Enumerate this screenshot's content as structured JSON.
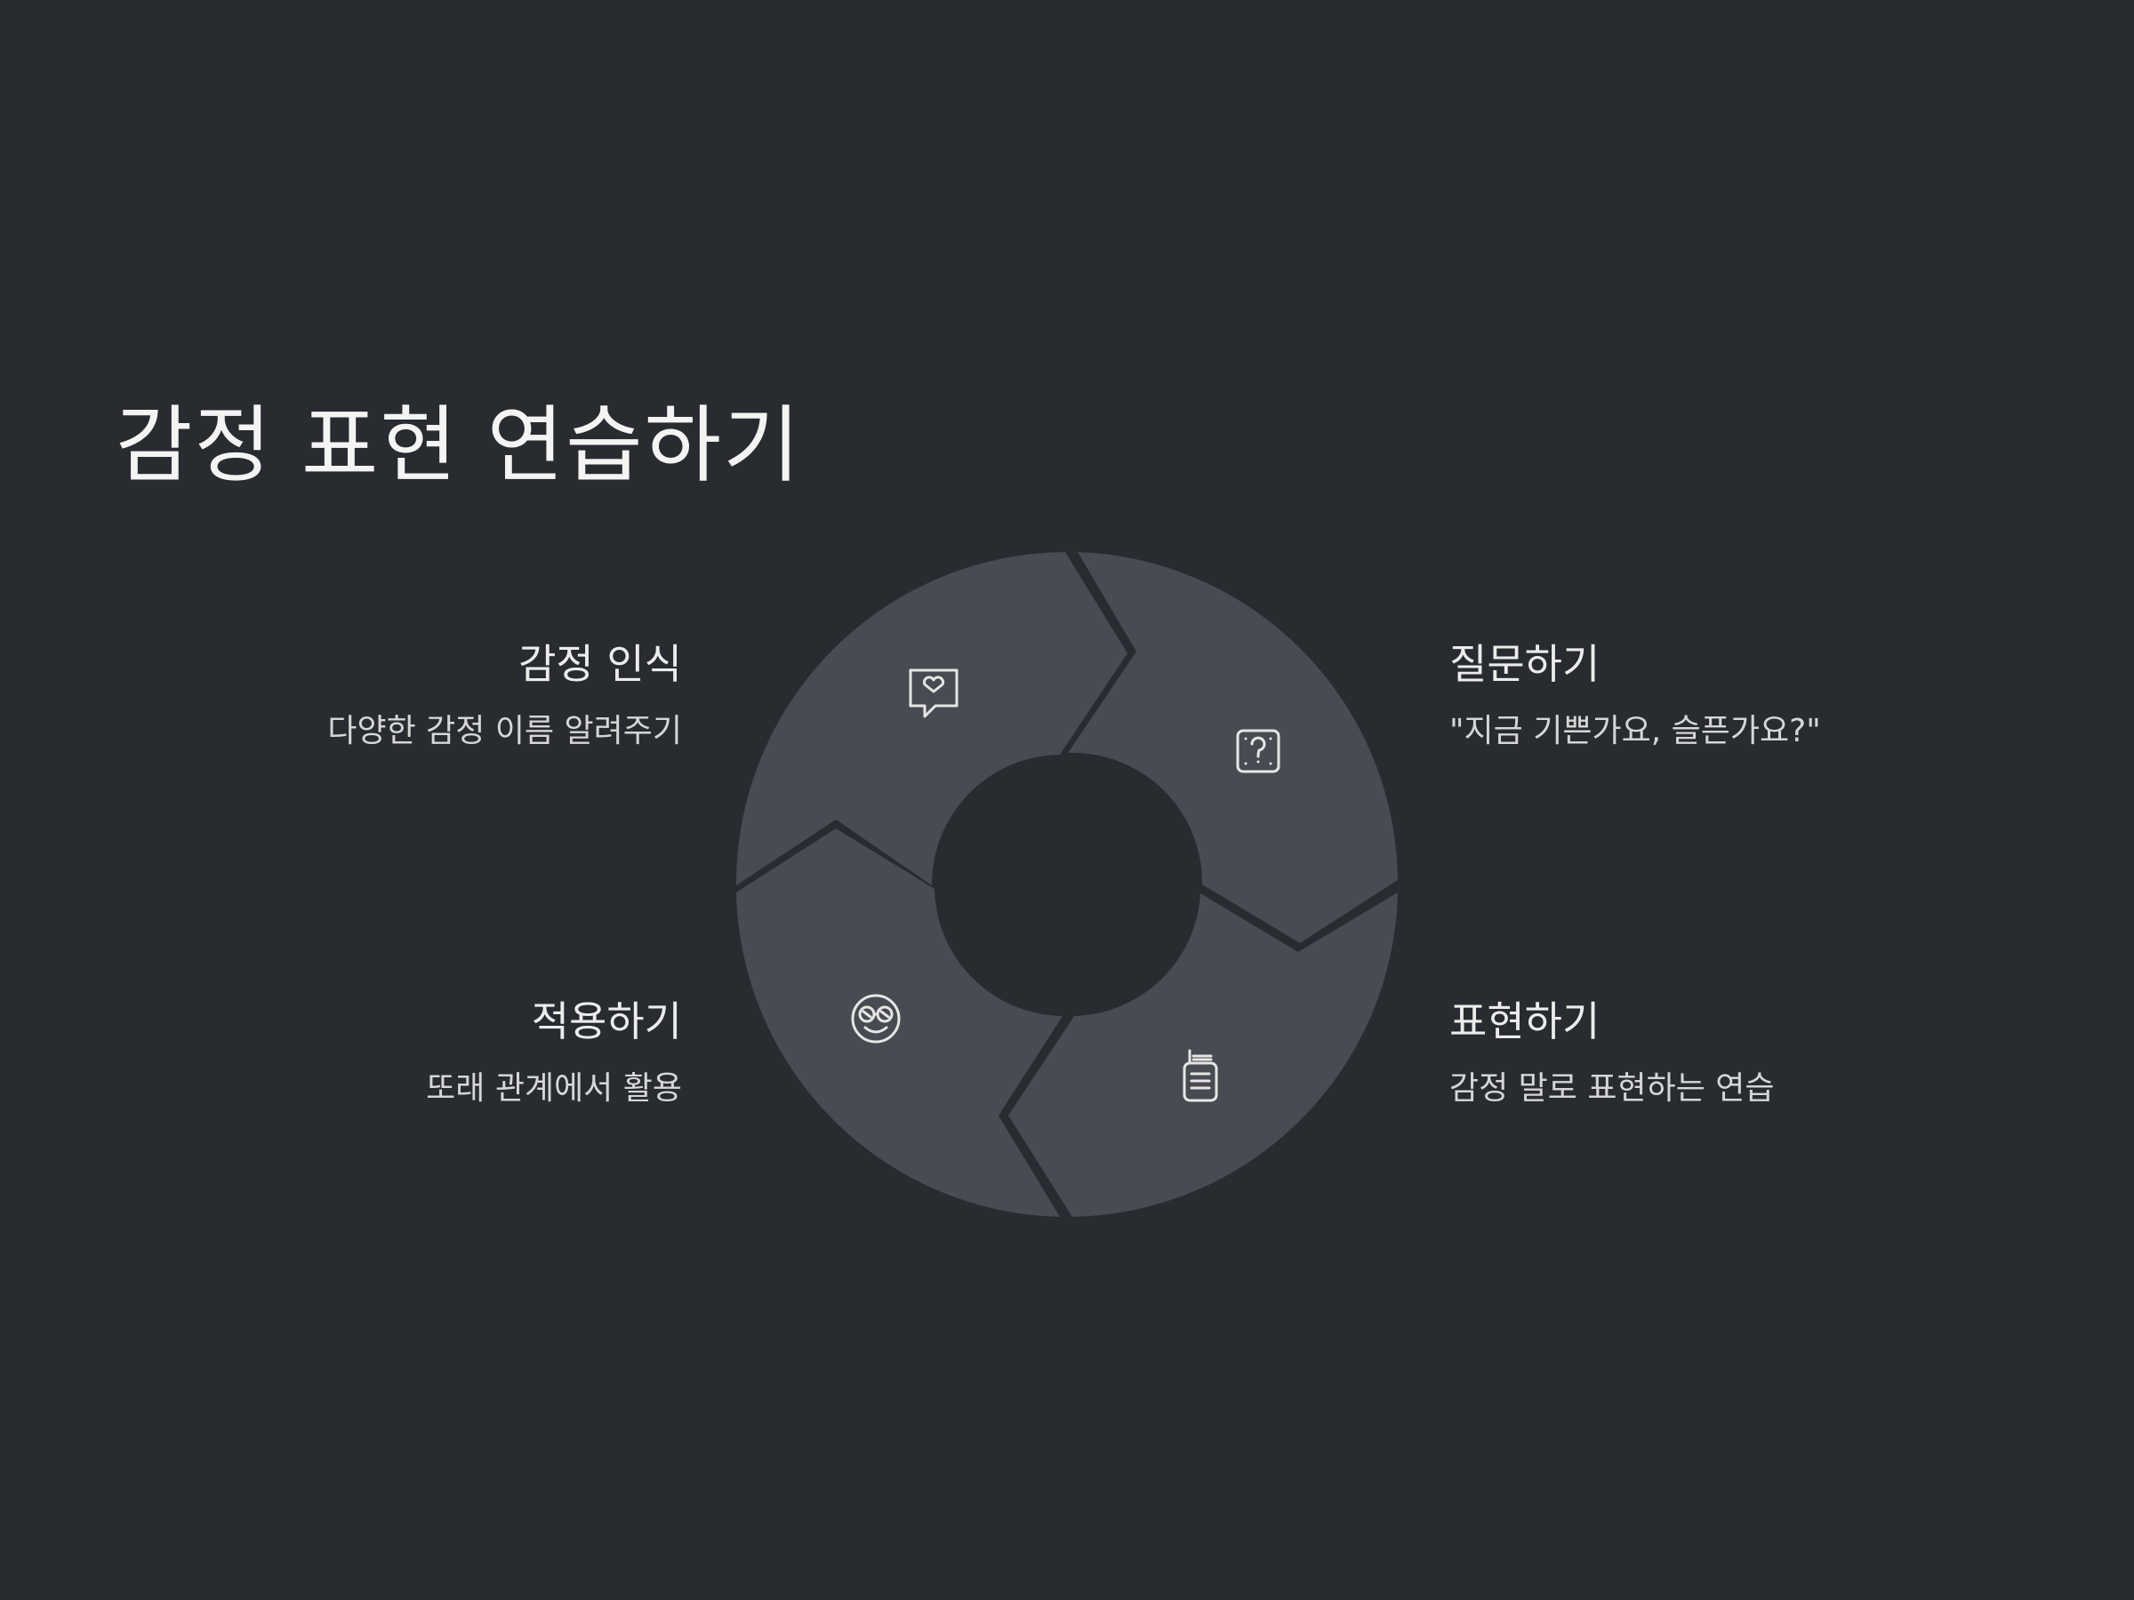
{
  "title": "감정 표현 연습하기",
  "colors": {
    "background": "#282b30",
    "segment": "#484b52",
    "icon_stroke": "#e6e6e6"
  },
  "steps": [
    {
      "title": "감정 인식",
      "desc": "다양한 감정 이름 알려주기",
      "icon": "heart-chat-icon"
    },
    {
      "title": "질문하기",
      "desc": "\"지금 기쁜가요, 슬픈가요?\"",
      "icon": "question-box-icon"
    },
    {
      "title": "표현하기",
      "desc": "감정 말로 표현하는 연습",
      "icon": "walkie-talkie-icon"
    },
    {
      "title": "적용하기",
      "desc": "또래 관계에서 활용",
      "icon": "smiley-glasses-icon"
    }
  ]
}
